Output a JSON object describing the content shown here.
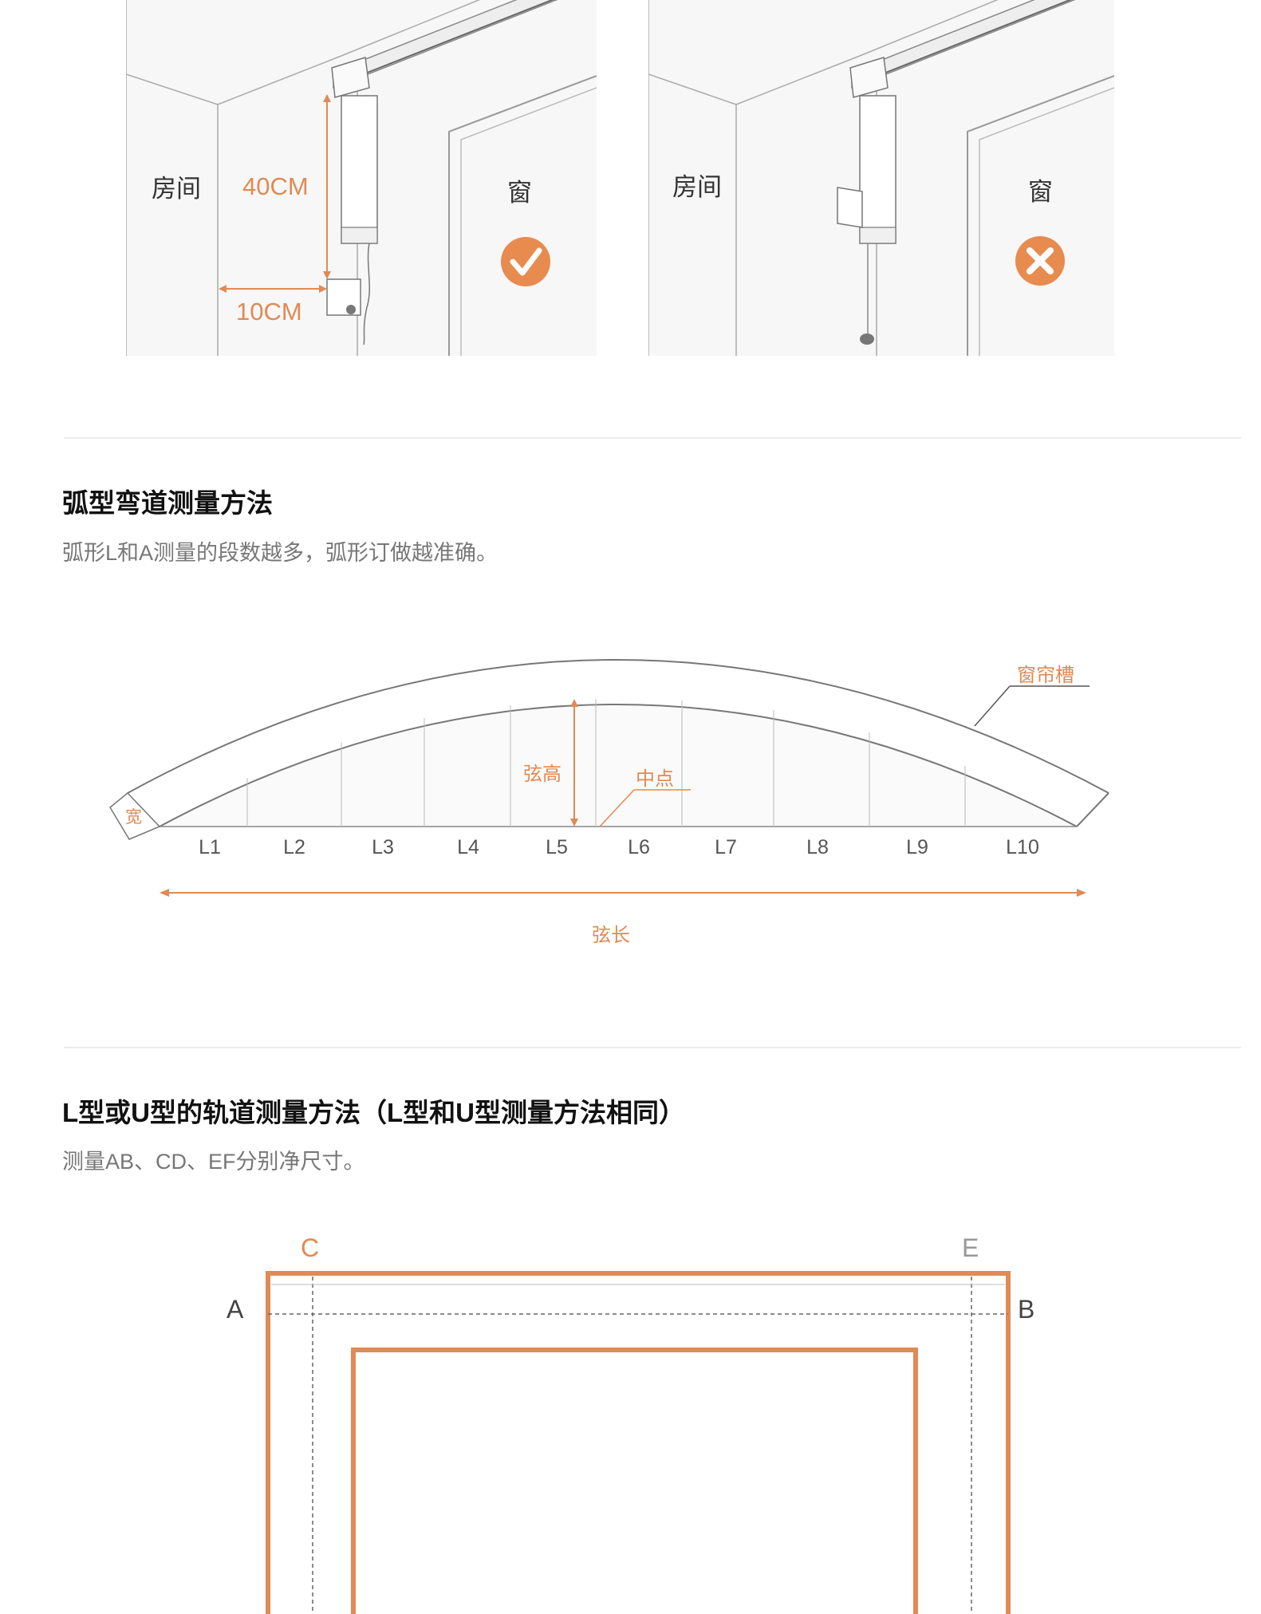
{
  "install_panels": {
    "left": {
      "room_label": "房间",
      "window_label": "窗",
      "height_label": "40CM",
      "offset_label": "10CM",
      "verdict_icon": "check-icon",
      "verdict_color": "#e88b4f"
    },
    "right": {
      "room_label": "房间",
      "window_label": "窗",
      "verdict_icon": "cross-icon",
      "verdict_color": "#e88b4f"
    }
  },
  "arc_section": {
    "title": "弧型弯道测量方法",
    "subtitle": "弧形L和A测量的段数越多，弧形订做越准确。",
    "diagram": {
      "groove_label": "窗帘槽",
      "width_label": "宽",
      "height_label": "弦高",
      "midpoint_label": "中点",
      "chord_label": "弦长",
      "segments": [
        "L1",
        "L2",
        "L3",
        "L4",
        "L5",
        "L6",
        "L7",
        "L8",
        "L9",
        "L10"
      ]
    }
  },
  "lu_section": {
    "title": "L型或U型的轨道测量方法（L型和U型测量方法相同）",
    "subtitle": "测量AB、CD、EF分别净尺寸。",
    "diagram": {
      "point_a": "A",
      "point_b": "B",
      "point_c": "C",
      "point_e": "E"
    }
  },
  "colors": {
    "accent": "#e08a55",
    "line": "#aaaaaa",
    "text": "#333333"
  }
}
